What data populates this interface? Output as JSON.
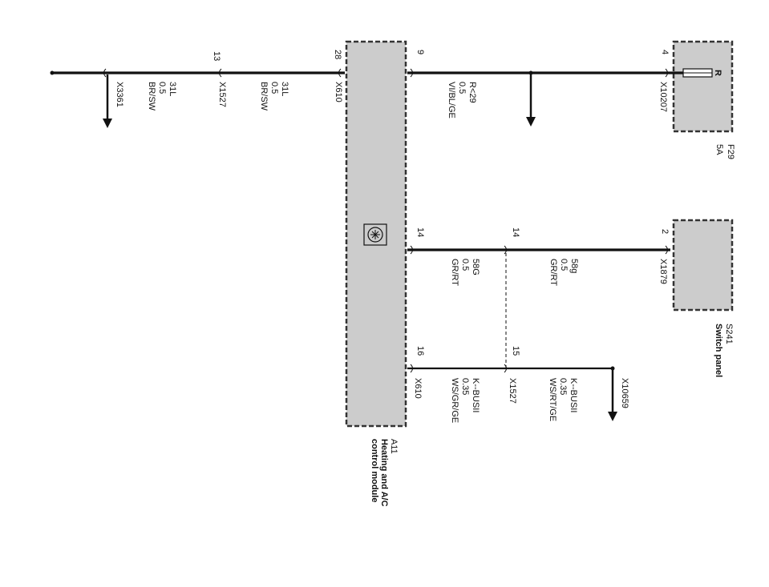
{
  "colors": {
    "ink": "#111111",
    "module_fill": "#cccccc",
    "module_border": "#333333",
    "background": "#ffffff"
  },
  "module": {
    "id": "A11",
    "name_line1": "Heating and A/C",
    "name_line2": "control module",
    "icon": "heating-ac-symbol-icon"
  },
  "fuse": {
    "id": "F29",
    "rating": "5A",
    "terminal": "R"
  },
  "switch_panel": {
    "id": "S241",
    "name": "Switch panel"
  },
  "wires": {
    "w31_left": {
      "pin": "13",
      "signal": "31L",
      "size": "0.5",
      "color": "BR/SW",
      "connector": "X1527"
    },
    "w31_right": {
      "pin": "28",
      "signal": "31L",
      "size": "0.5",
      "color": "BR/SW",
      "connector": "X610"
    },
    "ground_ref": {
      "connector": "X3361"
    },
    "w_fuse": {
      "pin_module": "9",
      "signal": "R<29",
      "size": "0.5",
      "color": "VI/BL/GE",
      "pin_fuse": "4",
      "connector": "X10207"
    },
    "w58_left": {
      "pin": "14",
      "signal": "58G",
      "size": "0.5",
      "color": "GR/RT"
    },
    "w58_right": {
      "pin": "14",
      "signal": "58g",
      "size": "0.5",
      "color": "GR/RT",
      "pin_switch": "2",
      "connector": "X1879"
    },
    "wk_left": {
      "pin": "16",
      "signal": "K--BUSII",
      "size": "0.35",
      "color": "WS/GR/GE",
      "connector": "X610"
    },
    "wk_right": {
      "pin": "15",
      "signal": "K--BUSII",
      "size": "0.35",
      "color": "WS/RT/GE",
      "connector": "X1527",
      "end_connector": "X10659"
    }
  }
}
